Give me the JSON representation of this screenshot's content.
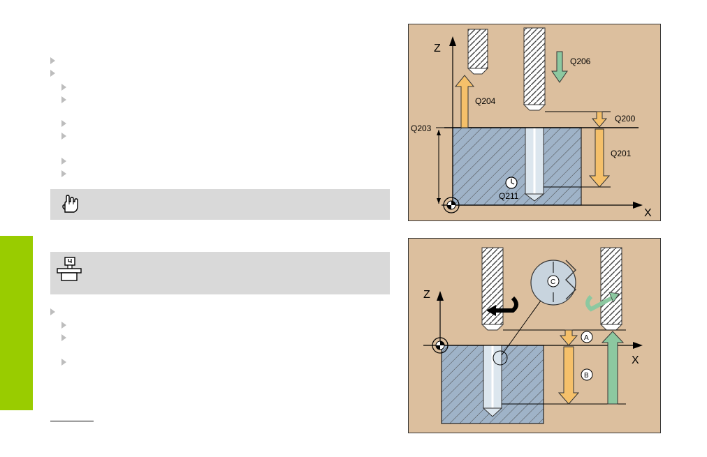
{
  "figure_top": {
    "axes": {
      "z": "Z",
      "x": "X"
    },
    "labels": {
      "q206": "Q206",
      "q204": "Q204",
      "q200": "Q200",
      "q203": "Q203",
      "q201": "Q201",
      "q211": "Q211"
    }
  },
  "figure_bottom": {
    "axes": {
      "z": "Z",
      "x": "X"
    },
    "labels": {
      "a": "A",
      "b": "B",
      "c": "C"
    }
  },
  "colors": {
    "figure_bg": "#dcbf9e",
    "workpiece": "#9fb3c8",
    "arrow_orange": "#f5c06a",
    "arrow_green": "#8cc8a0",
    "sidebar_green": "#99cc00",
    "note_bg": "#d9d9d9"
  },
  "icons": [
    "hand-pointer-icon",
    "machine-icon",
    "clock-icon",
    "datum-symbol-icon"
  ]
}
